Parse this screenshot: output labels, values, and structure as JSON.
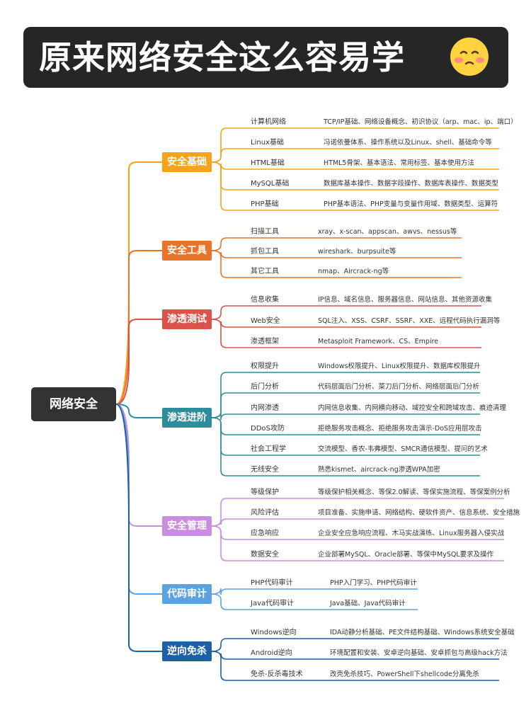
{
  "banner": {
    "title": "原来网络安全这么容易学",
    "emoji": "blushing-face-emoji"
  },
  "root": {
    "label": "网络安全"
  },
  "categories": [
    {
      "label": "安全基础",
      "color": "#F5A31A",
      "items": [
        {
          "name": "计算机网络",
          "detail": "TCP/IP基础、网络设备概念、初识协议（arp、mac、ip、端口）"
        },
        {
          "name": "Linux基础",
          "detail": "冯诺依曼体系、操作系统以及Linux、shell、基础命令等"
        },
        {
          "name": "HTML基础",
          "detail": "HTML5骨架、基本语法、常用标签、基本使用方法"
        },
        {
          "name": "MySQL基础",
          "detail": "数据库基本操作、数据字段操作、数据库表操作、数据类型"
        },
        {
          "name": "PHP基础",
          "detail": "PHP基本语法、PHP变量与变量作用域、数据类型、运算符"
        }
      ]
    },
    {
      "label": "安全工具",
      "color": "#E8742A",
      "items": [
        {
          "name": "扫描工具",
          "detail": "xray、x-scan、appscan、awvs、nessus等"
        },
        {
          "name": "抓包工具",
          "detail": "wireshark、burpsuite等"
        },
        {
          "name": "其它工具",
          "detail": "nmap、Aircrack-ng等"
        }
      ]
    },
    {
      "label": "渗透测试",
      "color": "#D9534A",
      "items": [
        {
          "name": "信息收集",
          "detail": "IP信息、域名信息、服务器信息、网站信息、其他资源收集"
        },
        {
          "name": "Web安全",
          "detail": "SQL注入、XSS、CSRF、SSRF、XXE、远程代码执行漏洞等"
        },
        {
          "name": "渗透框架",
          "detail": "Metasploit Framework、CS、Empire"
        }
      ]
    },
    {
      "label": "渗透进阶",
      "color": "#2D8E9B",
      "items": [
        {
          "name": "权限提升",
          "detail": "Windows权限提升、Linux权限提升、数据库权限提升"
        },
        {
          "name": "后门分析",
          "detail": "代码层面后门分析、菜刀后门分析、网络层面后门分析"
        },
        {
          "name": "内网渗透",
          "detail": "内网信息收集、内网横向移动、域控安全和跨域攻击、痕迹清理"
        },
        {
          "name": "DDoS攻防",
          "detail": "拒绝服务攻击概念、拒绝服务攻击演示-DoS应用层攻击"
        },
        {
          "name": "社会工程学",
          "detail": "交流模型、香农-韦弗模型、SMCR通信模型、提问的艺术"
        },
        {
          "name": "无线安全",
          "detail": "熟悉kismet、aircrack-ng渗透WPA加密"
        }
      ]
    },
    {
      "label": "安全管理",
      "color": "#C98DDF",
      "items": [
        {
          "name": "等级保护",
          "detail": "等级保护相关概念、等保2.0解读、等保实施流程、等保案例分析"
        },
        {
          "name": "风险评估",
          "detail": "项目准备、实施申请、网络结构、硬软件资产、信息系统、安全措施"
        },
        {
          "name": "应急响应",
          "detail": "企业安全应急响应流程、木马实战演练、Linux服务器入侵实战"
        },
        {
          "name": "数据安全",
          "detail": "企业部署MySQL、Oracle部署、等保中MySQL要求及操作"
        }
      ]
    },
    {
      "label": "代码审计",
      "color": "#5BA3E0",
      "items": [
        {
          "name": "PHP代码审计",
          "detail": "PHP入门学习、PHP代码审计"
        },
        {
          "name": "Java代码审计",
          "detail": "Java基础、Java代码审计"
        }
      ]
    },
    {
      "label": "逆向免杀",
      "color": "#1E5FA6",
      "items": [
        {
          "name": "Windows逆向",
          "detail": "IDA动静分析基础、PE文件结构基础、Windows系统安全基础"
        },
        {
          "name": "Android逆向",
          "detail": "环境配置和安装、安卓逆向基础、安卓抓包与高级hack方法"
        },
        {
          "name": "免杀-反杀毒技术",
          "detail": "改壳免杀技巧、PowerShell下shellcode分离免杀"
        }
      ]
    }
  ]
}
